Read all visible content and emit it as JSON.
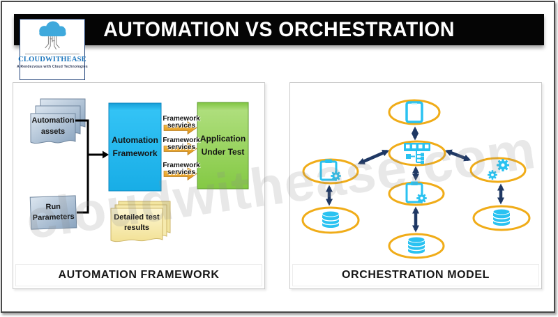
{
  "header": {
    "title": "AUTOMATION VS ORCHESTRATION"
  },
  "logo": {
    "name": "CLOUDWITHEASE",
    "tagline": "A Rendezvous with Cloud Technologies",
    "icon": "cloud-roots-icon"
  },
  "watermark": {
    "text": "cloudwithease.com"
  },
  "colors": {
    "header_bg": "#050505",
    "cyan_box": "#1FB3ED",
    "green_box": "#8CCB4E",
    "steel_blue_shape": "#9FB6CC",
    "sticky_yellow": "#F7EBAC",
    "orange_arrow": "#EBA42C",
    "navy_arrow": "#1F3864",
    "oval_gold": "#F0AC18",
    "icon_cyan": "#29C2F1"
  },
  "left_panel": {
    "caption": "AUTOMATION FRAMEWORK",
    "nodes": {
      "assets": {
        "label": "Automation assets",
        "shape": "stacked-documents"
      },
      "framework": {
        "label": "Automation Framework",
        "shape": "cyan-box"
      },
      "application": {
        "label": "Application Under Test",
        "shape": "green-box"
      },
      "run_parameters": {
        "label": "Run Parameters",
        "shape": "steel-box"
      },
      "test_results": {
        "label": "Detailed test results",
        "shape": "sticky-notes"
      }
    },
    "service_labels": [
      "Framework services",
      "Framework services",
      "Framework services"
    ]
  },
  "right_panel": {
    "caption": "ORCHESTRATION MODEL",
    "nodes": [
      {
        "id": "device",
        "icon": "tablet-icon"
      },
      {
        "id": "orchestrator",
        "icon": "orchestrator-icon"
      },
      {
        "id": "task-left",
        "icon": "clipboard-gear-icon"
      },
      {
        "id": "automation",
        "icon": "gears-icon"
      },
      {
        "id": "task-middle",
        "icon": "clipboard-gear-icon"
      },
      {
        "id": "db-left",
        "icon": "database-icon"
      },
      {
        "id": "db-right",
        "icon": "database-icon"
      },
      {
        "id": "db-bottom",
        "icon": "database-icon"
      }
    ]
  }
}
